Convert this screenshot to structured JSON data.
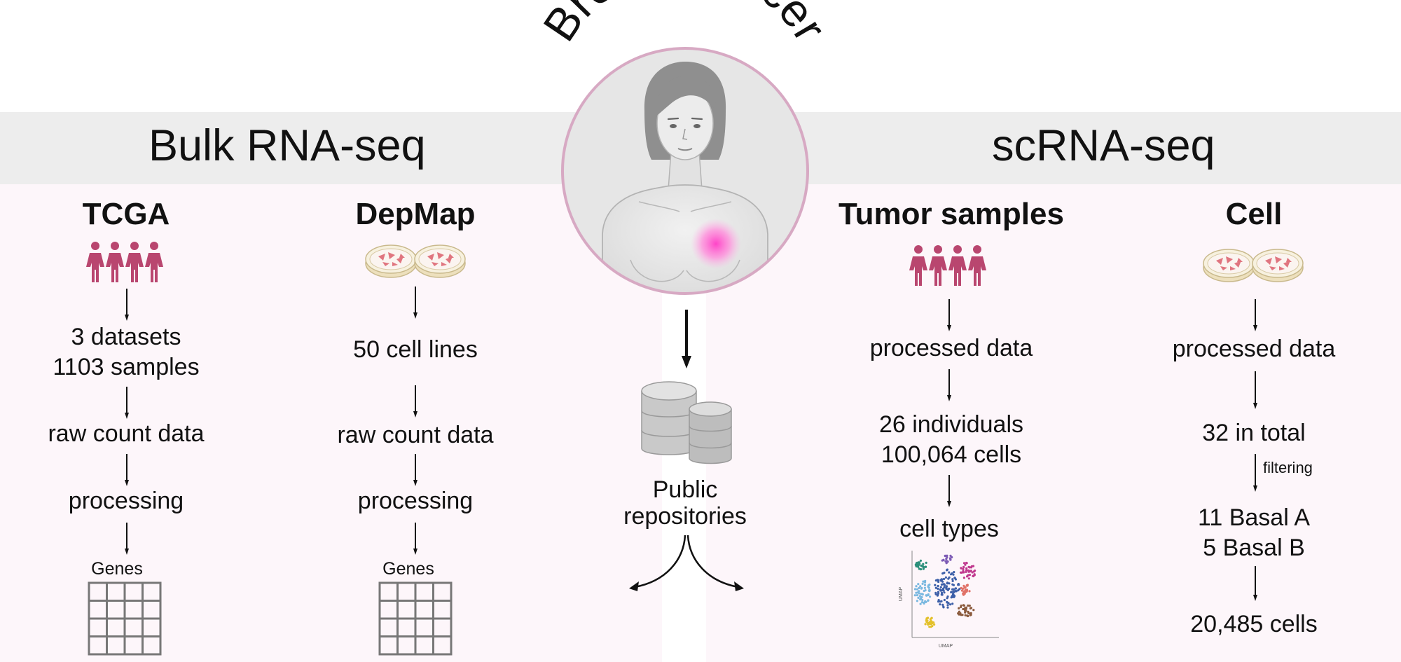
{
  "title": "Breast cancer",
  "bulk": {
    "label": "Bulk RNA-seq",
    "tcga": {
      "title": "TCGA",
      "step1": [
        "3 datasets",
        "1103 samples"
      ],
      "step2": "raw count data",
      "step3": "processing",
      "matrix_label": "Genes"
    },
    "depmap": {
      "title": "DepMap",
      "step1": "50 cell lines",
      "step2": "raw count data",
      "step3": "processing",
      "matrix_label": "Genes"
    }
  },
  "center": {
    "repo": [
      "Public",
      "repositories"
    ]
  },
  "sc": {
    "label": "scRNA-seq",
    "tumor": {
      "title": "Tumor samples",
      "step1": "processed data",
      "step2": [
        "26 individuals",
        "100,064 cells"
      ],
      "step3": "cell types",
      "umap_xlabel": "UMAP",
      "umap_ylabel": "UMAP"
    },
    "cells": {
      "title": [
        "Cell",
        "lines"
      ],
      "step1": "processed data",
      "step2": "32 in total",
      "filter_label": "filtering",
      "step3": [
        "11 Basal A",
        "5 Basal B"
      ],
      "step4": "20,485 cells"
    }
  },
  "colors": {
    "figure": "#b9466f",
    "band": "#ededed",
    "pink_bg": "#fdf6fa",
    "circle_stroke": "#d7a9c3"
  }
}
